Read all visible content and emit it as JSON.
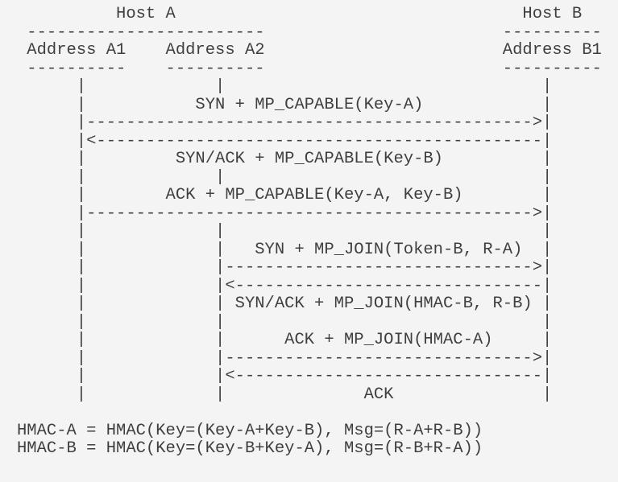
{
  "colors": {
    "background": "#f4f4f4",
    "text": "#3f3f3f"
  },
  "diagram": {
    "kind": "ascii-sequence-diagram",
    "hosts": [
      {
        "name": "Host A",
        "addresses": [
          "Address A1",
          "Address A2"
        ]
      },
      {
        "name": "Host B",
        "addresses": [
          "Address B1"
        ]
      }
    ],
    "messages": [
      {
        "label": "SYN + MP_CAPABLE(Key-A)",
        "from": "Address A1",
        "to": "Address B1"
      },
      {
        "label": "SYN/ACK + MP_CAPABLE(Key-B)",
        "from": "Address B1",
        "to": "Address A1"
      },
      {
        "label": "ACK + MP_CAPABLE(Key-A, Key-B)",
        "from": "Address A1",
        "to": "Address B1"
      },
      {
        "label": "SYN + MP_JOIN(Token-B, R-A)",
        "from": "Address A2",
        "to": "Address B1"
      },
      {
        "label": "SYN/ACK + MP_JOIN(HMAC-B, R-B)",
        "from": "Address B1",
        "to": "Address A2"
      },
      {
        "label": "ACK + MP_JOIN(HMAC-A)",
        "from": "Address A2",
        "to": "Address B1"
      },
      {
        "label": "ACK",
        "from": "Address B1",
        "to": "Address A2"
      }
    ],
    "hmac_notes": [
      "HMAC-A = HMAC(Key=(Key-A+Key-B), Msg=(R-A+R-B))",
      "HMAC-B = HMAC(Key=(Key-B+Key-A), Msg=(R-B+R-A))"
    ],
    "ascii_lines": [
      "          Host A                                   Host B",
      " ------------------------                        ----------",
      " Address A1    Address A2                        Address B1",
      " ----------    ----------                        ----------",
      "      |             |                                |",
      "      |           SYN + MP_CAPABLE(Key-A)            |",
      "      |--------------------------------------------->|",
      "      |<---------------------------------------------|",
      "      |         SYN/ACK + MP_CAPABLE(Key-B)          |",
      "      |             |                                |",
      "      |        ACK + MP_CAPABLE(Key-A, Key-B)        |",
      "      |--------------------------------------------->|",
      "      |             |                                |",
      "      |             |   SYN + MP_JOIN(Token-B, R-A)  |",
      "      |             |------------------------------->|",
      "      |             |<-------------------------------|",
      "      |             | SYN/ACK + MP_JOIN(HMAC-B, R-B) |",
      "      |             |                                |",
      "      |             |      ACK + MP_JOIN(HMAC-A)     |",
      "      |             |------------------------------->|",
      "      |             |<-------------------------------|",
      "      |             |              ACK               |",
      "",
      "HMAC-A = HMAC(Key=(Key-A+Key-B), Msg=(R-A+R-B))",
      "HMAC-B = HMAC(Key=(Key-B+Key-A), Msg=(R-B+R-A))"
    ]
  }
}
